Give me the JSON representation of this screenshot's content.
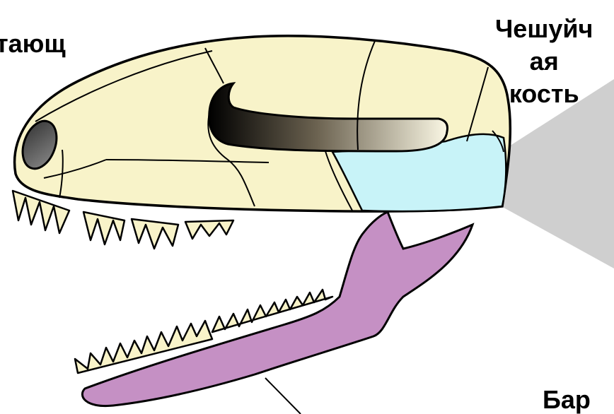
{
  "labels": {
    "left_fragment": "тающ",
    "right_line1": "Чешуйч",
    "right_line2": "ая",
    "right_line3": "кость",
    "bottom_fragment": "Бар"
  },
  "colors": {
    "skull": "#f8f3c9",
    "squamosal": "#c8f3f8",
    "jaw": "#c590c4",
    "shadow": "#cfcfcf",
    "outline": "#000000"
  },
  "icons": {
    "skull": "skull-drawing",
    "jaw": "lower-jaw-drawing"
  }
}
